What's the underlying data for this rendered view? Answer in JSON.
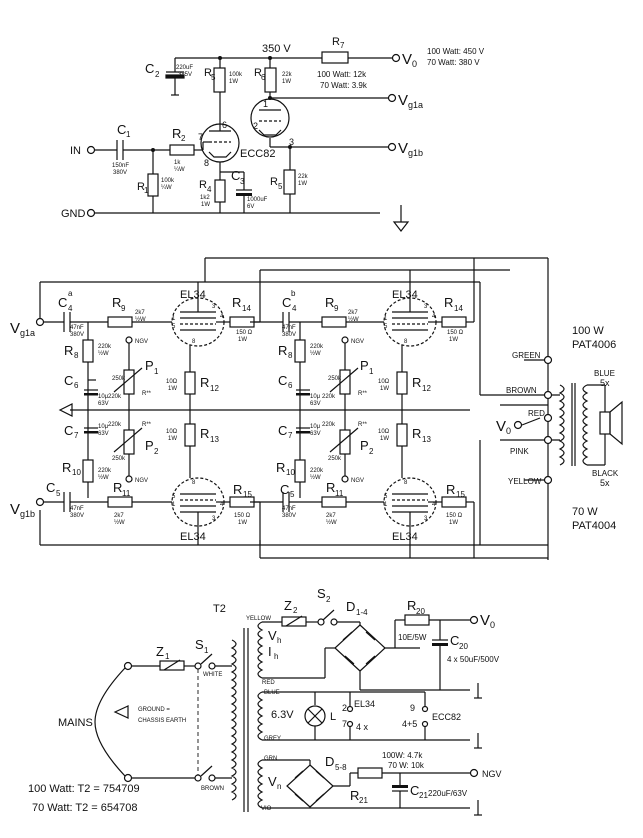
{
  "preamp": {
    "b_plus": "350 V",
    "v0": "V",
    "v0_sub": "0",
    "v0_spec_100": "100 Watt: 450 V",
    "v0_spec_70": "70 Watt: 380 V",
    "r7": "R",
    "r7_sub": "7",
    "r7_spec_100": "100 Watt: 12k",
    "r7_spec_70": "70 Watt: 3.9k",
    "c2": "C",
    "c2_sub": "2",
    "c2_value": "220uF",
    "c2_volt": "385V",
    "r5": "R",
    "r5_sub": "5",
    "r5_value": "100k",
    "r5_power": "1W",
    "r6": "R",
    "r6_sub": "6",
    "r6_value": "22k",
    "r6_power": "1W",
    "vg1a": "V",
    "vg1a_sub": "g1a",
    "vg1b": "V",
    "vg1b_sub": "g1b",
    "in": "IN",
    "gnd": "GND",
    "c1": "C",
    "c1_sub": "1",
    "c1_value": "150nF",
    "c1_volt": "380V",
    "r2": "R",
    "r2_sub": "2",
    "r2_value": "1k",
    "r2_power": "¼W",
    "r1": "R",
    "r1_sub": "1",
    "r1_value": "100k",
    "r1_power": "¼W",
    "tube": "ECC82",
    "r4": "R",
    "r4_sub": "4",
    "r4_value": "1k2",
    "r4_power": "1W",
    "c3": "C",
    "c3_sub": "3",
    "c3_value": "1000uF",
    "c3_volt": "6V",
    "r5b": "R",
    "r5b_sub": "5",
    "r5b_value": "22k",
    "r5b_power": "1W",
    "pin1": "1",
    "pin2": "2",
    "pin3": "3",
    "pin6": "6",
    "pin7": "7",
    "pin8": "8"
  },
  "power_amp": {
    "el34": "EL34",
    "vg1a": "V",
    "vg1a_sub": "g1a",
    "vg1b": "V",
    "vg1b_sub": "g1b",
    "v0": "V",
    "v0_sub": "0",
    "c4": "C",
    "c4_sub": "4",
    "c5": "C",
    "c5_sub": "5",
    "c6": "C",
    "c6_sub": "6",
    "c7": "C",
    "c7_sub": "7",
    "r8": "R",
    "r8_sub": "8",
    "r9": "R",
    "r9_sub": "9",
    "r10": "R",
    "r10_sub": "10",
    "r11": "R",
    "r11_sub": "11",
    "r12": "R",
    "r12_sub": "12",
    "r13": "R",
    "r13_sub": "13",
    "r14": "R",
    "r14_sub": "14",
    "r15": "R",
    "r15_sub": "15",
    "p1": "P",
    "p1_sub": "1",
    "p2": "P",
    "p2_sub": "2",
    "star_a": "a",
    "star_b": "b",
    "ngv": "NGV",
    "rstar": "R**",
    "cap_47n": "47nF",
    "cap_380": "380V",
    "cap_10u": "10μ",
    "cap_63v": "63V",
    "r_220k": "220k",
    "r_half_w": "½W",
    "r_2k7": "2k7",
    "r_10ohm": "10Ω",
    "r_1w": "1W",
    "r_150ohm": "150 Ω",
    "r_250k": "250k",
    "pin1": "1",
    "pin3": "3",
    "pin4": "4",
    "pin5": "5",
    "pin8": "8",
    "green": "GREEN",
    "brown": "BROWN",
    "red": "RED",
    "pink": "PINK",
    "yellow": "YELLOW",
    "blue": "BLUE",
    "black": "BLACK",
    "blue_taps": "5x",
    "black_taps": "5x",
    "out_100_watt": "100 W",
    "out_100_part": "PAT4006",
    "out_70_watt": "70 W",
    "out_70_part": "PAT4004"
  },
  "psu": {
    "mains": "MAINS",
    "ground_a": "GROUND =",
    "ground_b": "CHASSIS EARTH",
    "z1": "Z",
    "z1_sub": "1",
    "s1": "S",
    "s1_sub": "1",
    "t2": "T2",
    "white": "WHITE",
    "brown": "BROWN",
    "yellow": "YELLOW",
    "red": "RED",
    "blue": "BLUE",
    "grey": "GREY",
    "grn": "GRN",
    "vio": "VIO",
    "z2": "Z",
    "z2_sub": "2",
    "s2": "S",
    "s2_sub": "2",
    "d14": "D",
    "d14_sub": "1-4",
    "r20": "R",
    "r20_sub": "20",
    "r20_value": "10E/5W",
    "c20": "C",
    "c20_sub": "20",
    "c20_value": "4 x 50uF/500V",
    "v0": "V",
    "v0_sub": "0",
    "vh": "V",
    "vh_sub": "h",
    "ih": "I",
    "ih_sub": "h",
    "heater_v": "6.3V",
    "lamp": "L",
    "el34": "EL34",
    "el34_pins": "2",
    "el34_pin7": "7",
    "el34_count": "4 x",
    "ecc82": "ECC82",
    "ecc_pin9": "9",
    "ecc_pins": "4+5",
    "vn": "V",
    "vn_sub": "n",
    "d58": "D",
    "d58_sub": "5-8",
    "r21": "R",
    "r21_sub": "21",
    "r21_spec_100": "100W: 4.7k",
    "r21_spec_70": "70 W: 10k",
    "c21": "C",
    "c21_sub": "21",
    "c21_value": "220uF/63V",
    "ngv": "NGV",
    "t2_100": "100 Watt: T2 = 754709",
    "t2_70": "70 Watt: T2 = 654708"
  }
}
